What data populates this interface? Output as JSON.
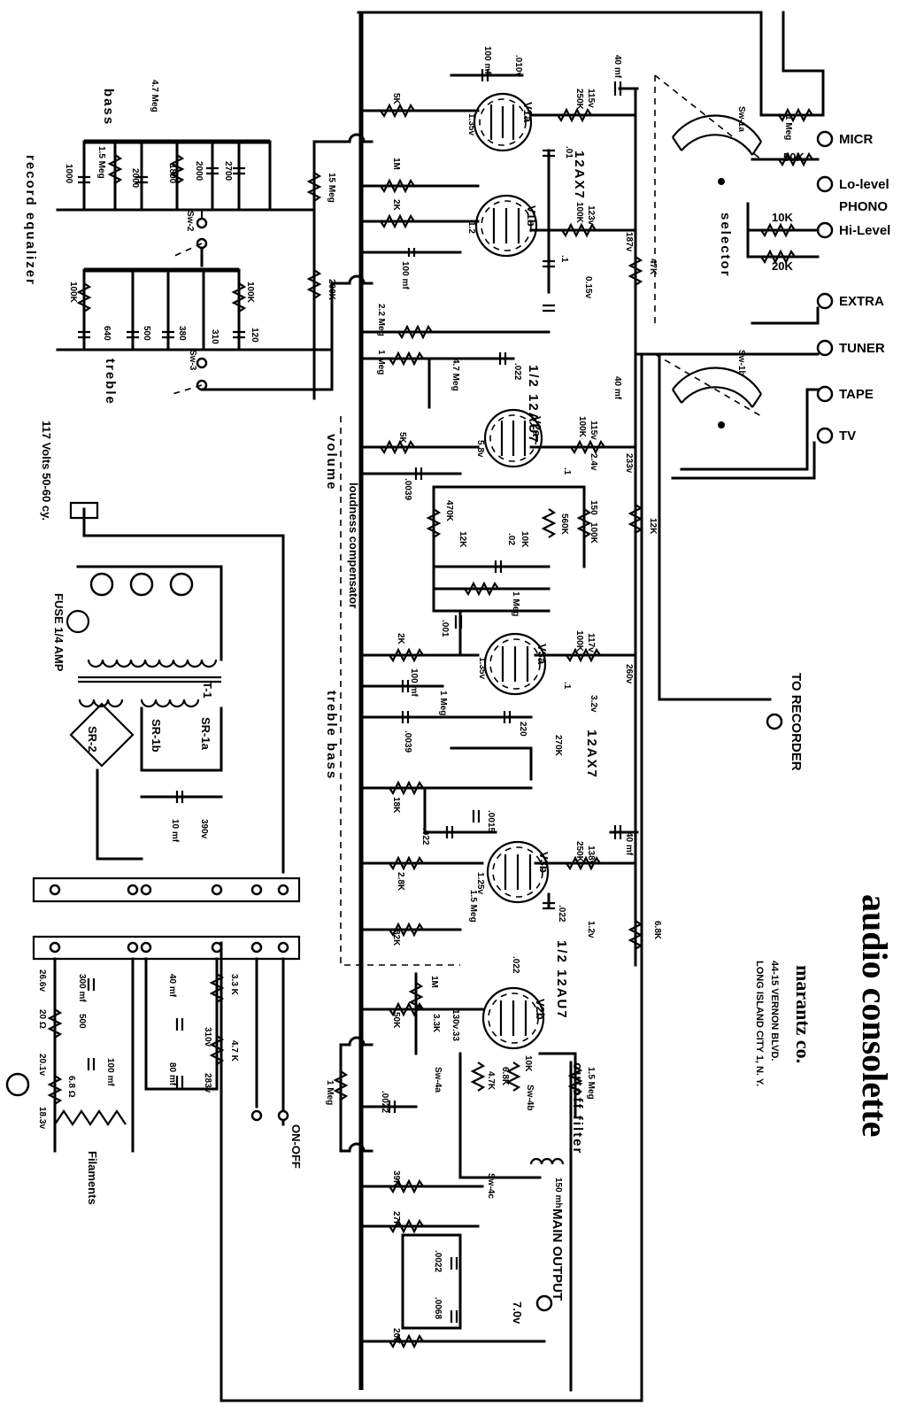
{
  "title": "audio consolette",
  "company": "marantz co.",
  "address_line1": "44-15 VERNON BLVD.",
  "address_line2": "LONG ISLAND CITY 1, N. Y.",
  "inputs": [
    "MICR",
    "Lo-level",
    "PHONO",
    "Hi-Level",
    "EXTRA",
    "TUNER",
    "TAPE",
    "TV"
  ],
  "outputs": {
    "recorder": "TO RECORDER",
    "main": "MAIN OUTPUT",
    "main_level": "7.0v"
  },
  "sections": {
    "record_equalizer": "record equalizer",
    "bass": "bass",
    "treble": "treble",
    "selector": "selector",
    "volume": "volume",
    "loudness": "loudness compensator",
    "treble_bass": "treble bass",
    "cutoff": "cutoff filter"
  },
  "power": {
    "mains": "117 Volts 50-60 cy.",
    "fuse": "FUSE 1/4 AMP",
    "transformer": "T-1",
    "sr1a": "SR-1a",
    "sr1b": "SR-1b",
    "sr2": "SR-2",
    "switch": "ON-OFF",
    "filaments": "Filaments"
  },
  "tubes": [
    {
      "id": "V1a",
      "type": "12AX7"
    },
    {
      "id": "V1b",
      "type": "12AX7"
    },
    {
      "id": "V2a",
      "type": "1/2 12AU7"
    },
    {
      "id": "V3a",
      "type": "12AX7"
    },
    {
      "id": "V3b",
      "type": "12AX7"
    },
    {
      "id": "V2b",
      "type": "1/2 12AU7"
    }
  ],
  "components": {
    "eq_bass": [
      "1000",
      "1.5 Meg",
      "2000",
      "4.7 Meg",
      "1800",
      "2000",
      "2700"
    ],
    "eq_treble": [
      "100K",
      "640",
      "500",
      "380",
      "310",
      "100K",
      "120"
    ],
    "sw_labels": [
      "Sw-2",
      "Sw-3",
      "Sw-1a",
      "Sw-1b",
      "Sw-4a",
      "Sw-4b",
      "Sw-4c"
    ],
    "preamp": [
      "15 Meg",
      "200K",
      "5K",
      "1M",
      "2K",
      "100 mf",
      "1.2",
      "1.35v",
      ".010v",
      "100 mf",
      "250K",
      "115v",
      ".01",
      "100K",
      "123v",
      "187v",
      "47K",
      ".1",
      "0.15v",
      "2.2 Meg",
      "1 Meg",
      "40 mf"
    ],
    "selector": [
      "1 Meg",
      "50K",
      "10K",
      "20K"
    ],
    "volume": [
      "1 Meg",
      "4.7 Meg",
      ".022",
      "40 mf",
      "5K",
      "5.8v",
      "100K",
      "115v",
      ".1",
      "2.4v",
      "233v",
      "12K"
    ],
    "loudness": [
      ".0039",
      "470K",
      "12K",
      ".02",
      "10K",
      "560K",
      "150",
      "100K",
      "1 Meg"
    ],
    "tone": [
      ".001",
      "2K",
      "100 mf",
      "1.35v",
      "100K",
      "117v",
      "260v",
      ".1",
      "3.2v",
      ".0039",
      "1 Meg",
      "220",
      "270K",
      "18K",
      ".022",
      ".0015",
      "2.8K",
      "1.25v",
      "250K",
      "138v",
      "40 mf",
      "1.5 Meg",
      ".022",
      "1.2v",
      "6.8K",
      "82K"
    ],
    "output_stage": [
      "1M",
      "50K",
      "3.3K",
      "130v",
      ".33",
      ".022",
      "4.7K",
      "6.8K",
      "10K",
      "1.5 Meg",
      "150 mh",
      ".0022",
      "1 Meg",
      "39K",
      "27K",
      ".0022",
      ".0068",
      "20K"
    ],
    "power_supply": [
      "10 mf",
      "390v",
      "40 mf",
      "80 mf",
      "310v",
      "283v",
      "3.3 K",
      "4.7 K",
      "300 mf",
      "500",
      "100 mf",
      "20 Ω",
      "6.8 Ω",
      "26.6v",
      "20.1v",
      "18.3v"
    ]
  }
}
